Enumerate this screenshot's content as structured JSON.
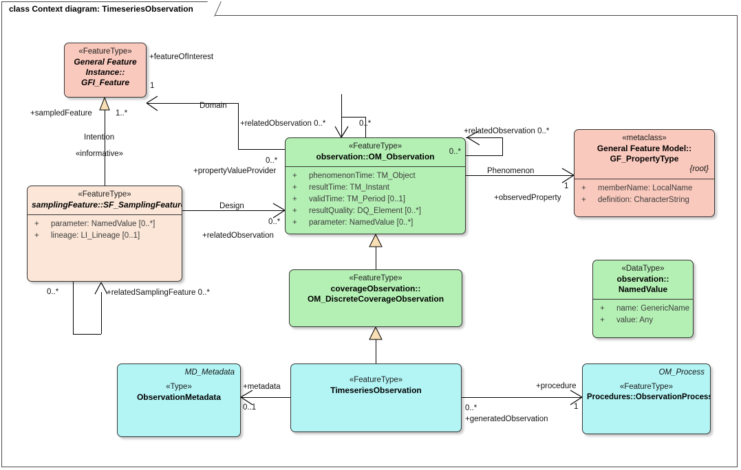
{
  "diagram": {
    "title": "class Context diagram: TimeseriesObservation",
    "colors": {
      "pink": "#fac9bd",
      "peach": "#fbe6d7",
      "green": "#b4f0b4",
      "cyan": "#b3f5f5",
      "line": "#000000",
      "border": "#333333"
    }
  },
  "classes": {
    "gfi_feature": {
      "stereotype": "«FeatureType»",
      "name_line1": "General Feature",
      "name_line2": "Instance::",
      "name_line3": "GFI_Feature"
    },
    "sampling_feature": {
      "stereotype": "«FeatureType»",
      "name": "samplingFeature::SF_SamplingFeature",
      "attributes": [
        {
          "visibility": "+",
          "text": "parameter: NamedValue [0..*]"
        },
        {
          "visibility": "+",
          "text": "lineage: LI_Lineage [0..1]"
        }
      ]
    },
    "om_observation": {
      "stereotype": "«FeatureType»",
      "name": "observation::OM_Observation",
      "corner_multiplicity": "0..*",
      "attributes": [
        {
          "visibility": "+",
          "text": "phenomenonTime: TM_Object"
        },
        {
          "visibility": "+",
          "text": "resultTime: TM_Instant"
        },
        {
          "visibility": "+",
          "text": "validTime: TM_Period [0..1]"
        },
        {
          "visibility": "+",
          "text": "resultQuality: DQ_Element [0..*]"
        },
        {
          "visibility": "+",
          "text": "parameter: NamedValue [0..*]"
        }
      ]
    },
    "gf_propertytype": {
      "stereotype": "«metaclass»",
      "name_line1": "General Feature Model::",
      "name_line2": "GF_PropertyType",
      "constraint": "{root}",
      "attributes": [
        {
          "visibility": "+",
          "text": "memberName: LocalName"
        },
        {
          "visibility": "+",
          "text": "definition: CharacterString"
        }
      ]
    },
    "coverage_observation": {
      "stereotype": "«FeatureType»",
      "name_line1": "coverageObservation::",
      "name_line2": "OM_DiscreteCoverageObservation"
    },
    "named_value": {
      "stereotype": "«DataType»",
      "name_line1": "observation::",
      "name_line2": "NamedValue",
      "attributes": [
        {
          "visibility": "+",
          "text": "name: GenericName"
        },
        {
          "visibility": "+",
          "text": "value: Any"
        }
      ]
    },
    "observation_metadata": {
      "tag": "MD_Metadata",
      "stereotype": "«Type»",
      "name": "ObservationMetadata"
    },
    "timeseries_observation": {
      "stereotype": "«FeatureType»",
      "name": "TimeseriesObservation"
    },
    "observation_process": {
      "tag": "OM_Process",
      "stereotype": "«FeatureType»",
      "name": "Procedures::ObservationProcess"
    }
  },
  "connectors": {
    "feature_of_interest_role": "+featureOfInterest",
    "feature_of_interest_mult": "1",
    "domain_label": "Domain",
    "sampled_feature_role": "+sampledFeature",
    "sampled_feature_mult": "1..*",
    "intention_label": "Intention",
    "intention_stereotype": "«informative»",
    "related_observation_top_left": "+relatedObservation 0..*",
    "related_observation_top_mult": "0..*",
    "related_observation_right": "+relatedObservation 0..*",
    "om_self_mult": "0..*",
    "property_value_provider_role": "+propertyValueProvider",
    "property_value_provider_mult": "0..*",
    "design_label": "Design",
    "related_observation_design_role": "+relatedObservation",
    "related_observation_design_mult": "0..*",
    "phenomenon_label": "Phenomenon",
    "observed_property_role": "+observedProperty",
    "observed_property_mult": "1",
    "related_sampling_feature": "+relatedSamplingFeature 0..*",
    "related_sampling_feature_mult": "0..*",
    "metadata_role": "+metadata",
    "metadata_mult": "0..1",
    "procedure_role": "+procedure",
    "procedure_mult": "1",
    "generated_observation_role": "+generatedObservation",
    "generated_observation_mult": "0..*"
  }
}
